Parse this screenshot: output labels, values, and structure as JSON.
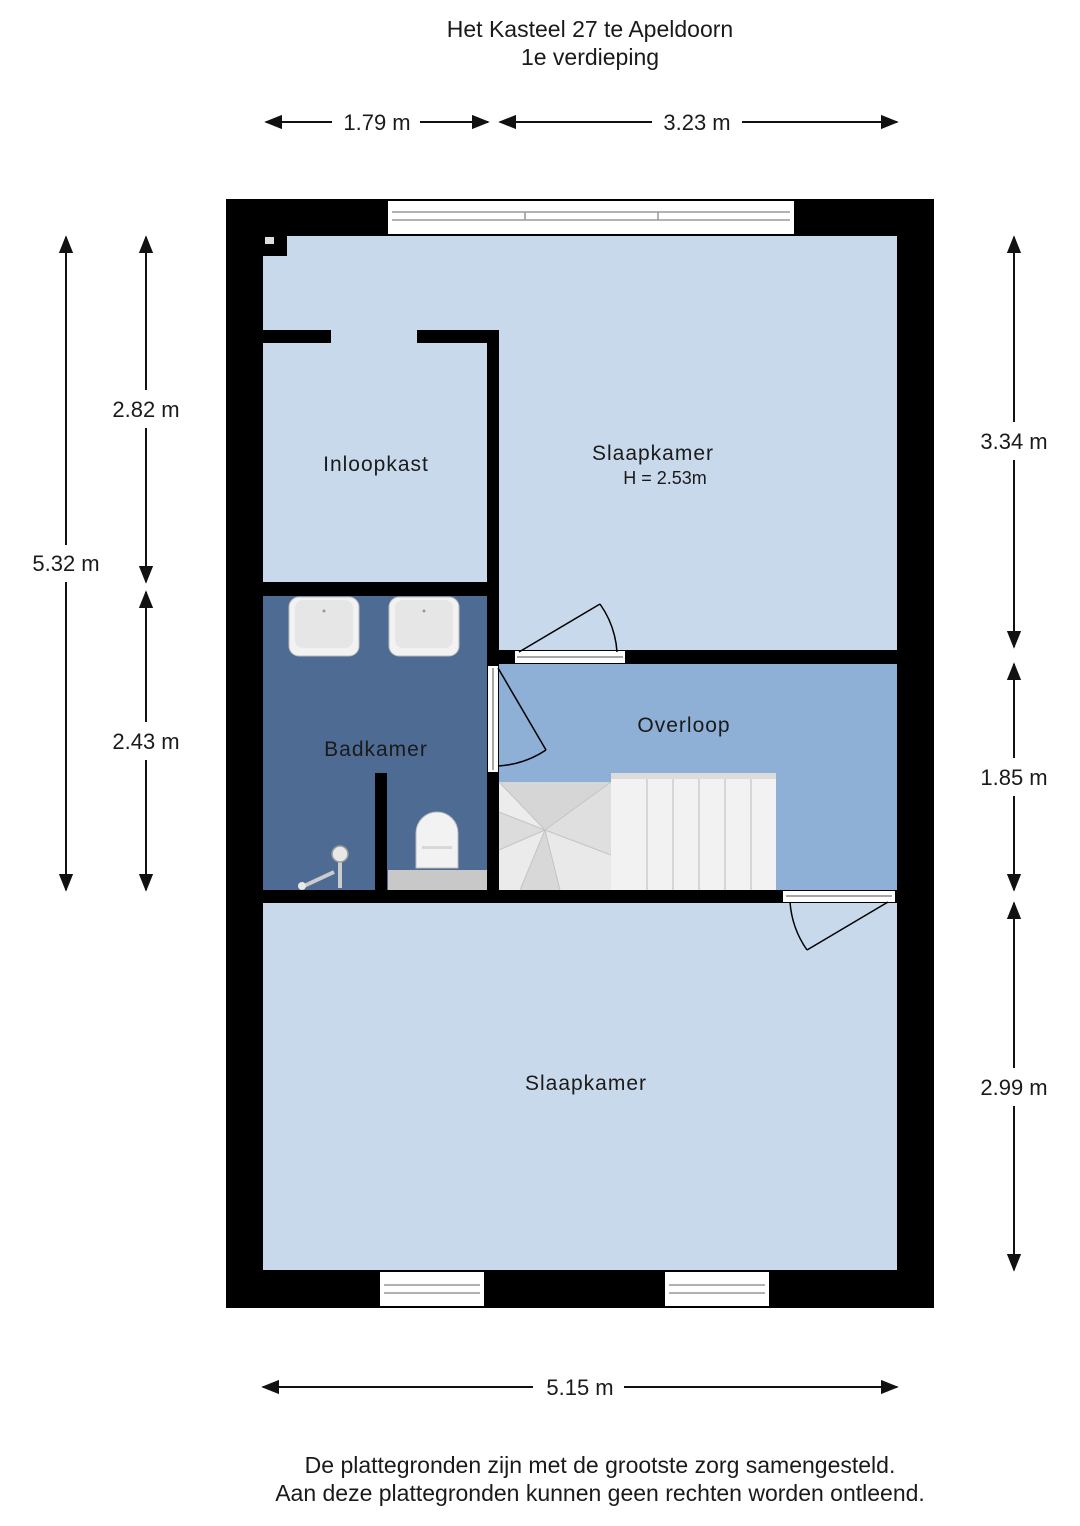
{
  "title": {
    "address": "Het Kasteel 27 te Apeldoorn",
    "floor": "1e verdieping"
  },
  "dimensions": {
    "top_left": "1.79 m",
    "top_right": "3.23 m",
    "bottom": "5.15 m",
    "left_total": "5.32 m",
    "left_upper": "2.82 m",
    "left_lower": "2.43 m",
    "right_upper": "3.34 m",
    "right_middle": "1.85 m",
    "right_lower": "2.99 m"
  },
  "rooms": {
    "inloopkast": "Inloopkast",
    "slaapkamer_top": "Slaapkamer",
    "slaapkamer_top_height": "H = 2.53m",
    "badkamer": "Badkamer",
    "overloop": "Overloop",
    "slaapkamer_bottom": "Slaapkamer"
  },
  "colors": {
    "wall": "#000000",
    "bedroom": "#c9d9ec",
    "bathroom": "#4e6b94",
    "landing": "#8eafd6",
    "window": "#ffffff"
  },
  "footer": {
    "line1": "De plattegronden zijn met de grootste zorg samengesteld.",
    "line2": "Aan deze plattegronden kunnen geen rechten worden ontleend."
  }
}
